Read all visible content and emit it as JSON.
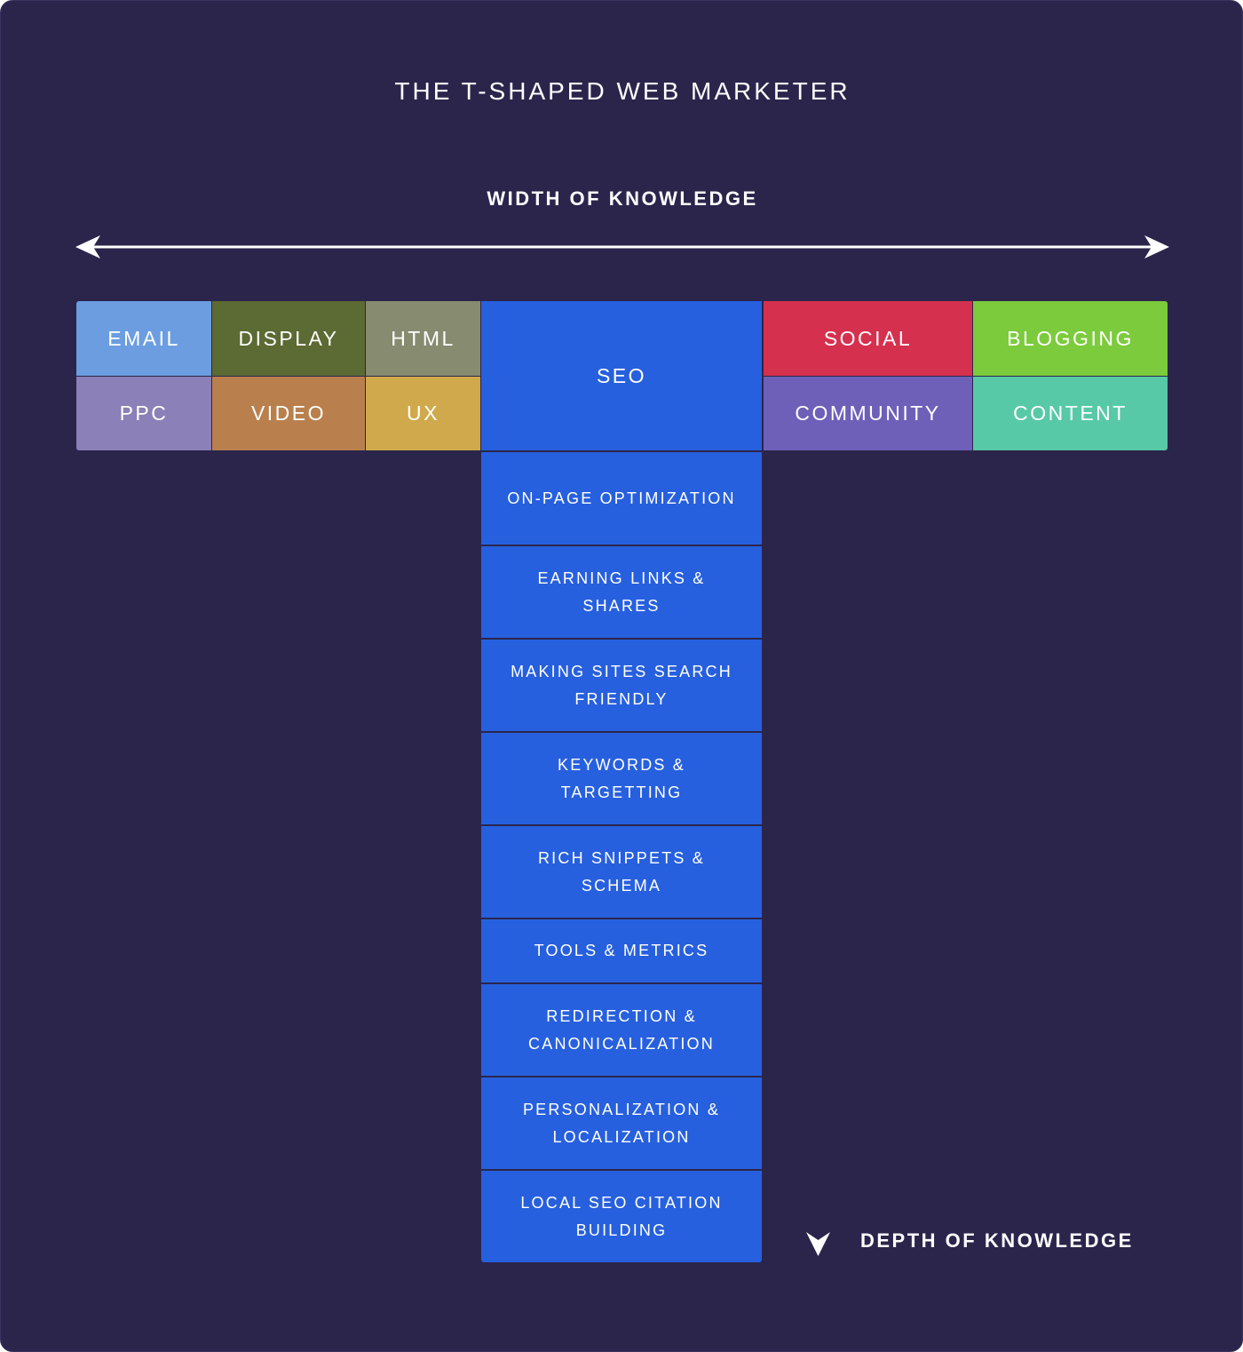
{
  "title": "THE T-SHAPED WEB MARKETER",
  "width_axis_label": "WIDTH OF KNOWLEDGE",
  "depth_axis_label": "DEPTH OF KNOWLEDGE",
  "seo": "SEO",
  "skills_left": {
    "email": "EMAIL",
    "display": "DISPLAY",
    "html": "HTML",
    "ppc": "PPC",
    "video": "VIDEO",
    "ux": "UX"
  },
  "skills_right": {
    "social": "SOCIAL",
    "blogging": "BLOGGING",
    "community": "COMMUNITY",
    "content": "CONTENT"
  },
  "seo_depth_items": [
    "ON-PAGE OPTIMIZATION",
    "EARNING LINKS & SHARES",
    "MAKING SITES SEARCH FRIENDLY",
    "KEYWORDS & TARGETTING",
    "RICH SNIPPETS & SCHEMA",
    "TOOLS & METRICS",
    "REDIRECTION & CANONICALIZATION",
    "PERSONALIZATION & LOCALIZATION",
    "LOCAL SEO CITATION BUILDING"
  ],
  "colors": {
    "background": "#2b254c",
    "seo_blue": "#2760de",
    "email": "#6b9de0",
    "display": "#5c6a33",
    "html": "#878b6f",
    "ppc": "#8b80b7",
    "video": "#b9804e",
    "ux": "#cfa94b",
    "social": "#d6304f",
    "blogging": "#7ccb3d",
    "community": "#6e60b8",
    "content": "#58c9a6"
  }
}
